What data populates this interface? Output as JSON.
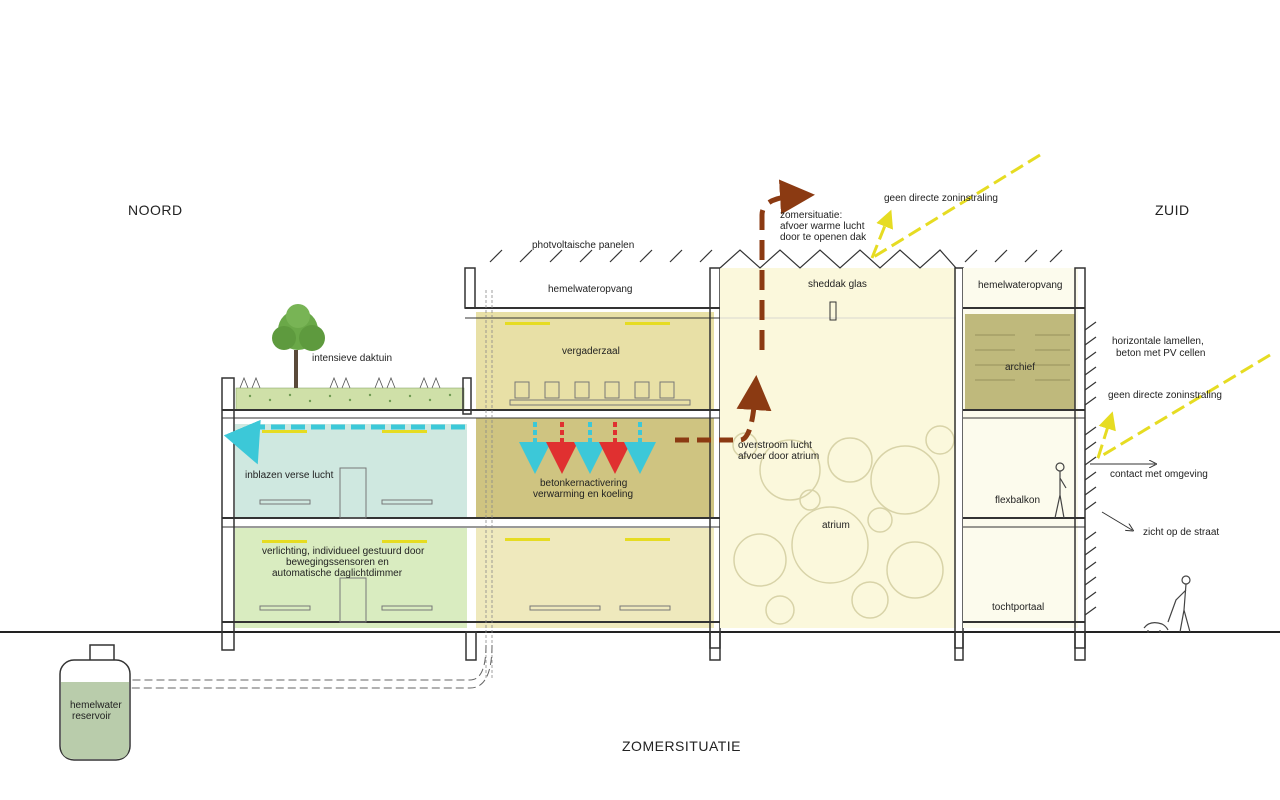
{
  "orientation": {
    "north": "NOORD",
    "south": "ZUID"
  },
  "caption": "ZOMERSITUATIE",
  "labels": {
    "pv_panels": "photvoltaische panelen",
    "rainwater_collection_1": "hemelwateropvang",
    "rainwater_collection_2": "hemelwateropvang",
    "sawtooth_glass": "sheddak glas",
    "green_roof": "intensieve daktuin",
    "meeting_room": "vergaderzaal",
    "fresh_air": "inblazen verse lucht",
    "concrete_core": [
      "betonkernactivering",
      "verwarming en koeling"
    ],
    "lighting": [
      "verlichting, individueel gestuurd door",
      "bewegingssensoren en",
      "automatische daglichtdimmer"
    ],
    "summer_exhaust": [
      "zomersituatie:",
      "afvoer warme lucht",
      "door te openen dak"
    ],
    "overflow_air": [
      "overstroom lucht",
      "afvoer door atrium"
    ],
    "atrium": "atrium",
    "archive": "archief",
    "flex_balcony": "flexbalkon",
    "draft_lobby": "tochtportaal",
    "no_direct_sun_1": "geen directe zoninstraling",
    "no_direct_sun_2": "geen directe zoninstraling",
    "louvres": [
      "horizontale lamellen,",
      "beton met PV cellen"
    ],
    "contact": "contact met omgeving",
    "street_view": "zicht op de straat",
    "rainwater_tank": [
      "hemelwater",
      "reservoir"
    ]
  },
  "colors": {
    "north_wing": "#d9ecc0",
    "north_fresh_air_zone": "#cfe8e0",
    "middle_wing": "#e8e0a6",
    "middle_slab": "#cfc481",
    "atrium": "#fbf8dc",
    "archive": "#bfb97c",
    "cool_air": "#3cc8d8",
    "warm_air": "#e03030",
    "exhaust_air": "#8b3a12",
    "sun_ray": "#e6dc22",
    "tank_water": "#b9ccab"
  }
}
